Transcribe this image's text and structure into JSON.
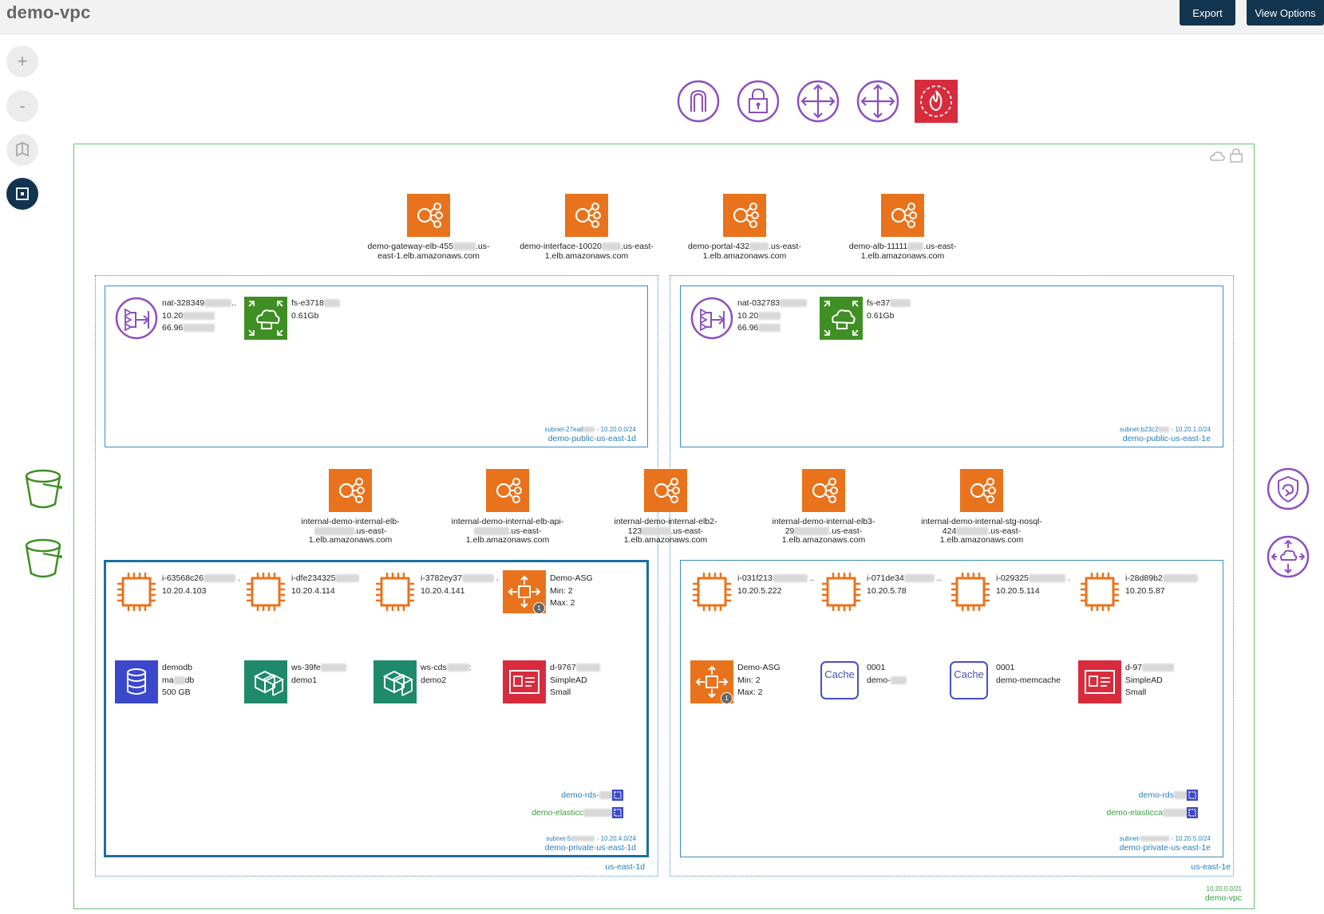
{
  "app": {
    "title": "demo-vpc"
  },
  "toolbar": {
    "export_label": "Export",
    "view_options_label": "View Options"
  },
  "zoom": {
    "in_label": "+",
    "out_label": "-"
  },
  "colors": {
    "elb": "#e8731c",
    "nat": "#8c4fbf",
    "efs": "#3f8f24",
    "ec2": "#e8731c",
    "rds": "#3b48cc",
    "workspaces": "#1e8a6b",
    "directory": "#d82c3c",
    "vpc_border": "#6abf6e",
    "subnet_border": "#3b8ec0",
    "toolbar": "#13344f"
  },
  "gateways": [
    "internet-gateway-icon",
    "vpn-gateway-icon",
    "transit-gateway-icon",
    "peering-connection-icon",
    "network-firewall-icon"
  ],
  "s3_buckets": [
    "s3-bucket-icon",
    "s3-bucket-icon"
  ],
  "right_side": [
    "shield-endpoint-icon",
    "vpc-endpoint-icon"
  ],
  "vpc": {
    "cidr": "10.20.0.0/21",
    "name": "demo-vpc"
  },
  "public_elbs": [
    {
      "l1": "demo-gateway-elb-455",
      "l1b": ".us-",
      "l2": "east-1.elb.amazonaws.com"
    },
    {
      "l1": "demo-interface-10020",
      "l1b": ".us-east-",
      "l2": "1.elb.amazonaws.com"
    },
    {
      "l1": "demo-portal-432",
      "l1b": ".us-east-",
      "l2": "1.elb.amazonaws.com"
    },
    {
      "l1": "demo-alb-11111",
      "l1b": ".us-east-",
      "l2": "1.elb.amazonaws.com"
    }
  ],
  "internal_elbs": [
    {
      "l1": "internal-demo-internal-elb-",
      "l2": ".us-east-",
      "l3": "1.elb.amazonaws.com"
    },
    {
      "l1": "internal-demo-internal-elb-api-",
      "l2": ".us-east-",
      "l3": "1.elb.amazonaws.com"
    },
    {
      "l1": "internal-demo-internal-elb2-",
      "l2a": "123",
      "l2": ".us-east-",
      "l3": "1.elb.amazonaws.com"
    },
    {
      "l1": "internal-demo-internal-elb3-",
      "l2a": "29",
      "l2": ".us-east-",
      "l3": "1.elb.amazonaws.com"
    },
    {
      "l1": "internal-demo-internal-stg-nosql-",
      "l2a": "424",
      "l2": ".us-east-",
      "l3": "1.elb.amazonaws.com"
    }
  ],
  "az_1d": {
    "name": "us-east-1d",
    "public_subnet": {
      "id": "subnet-27ea8",
      "cidr": "- 10.20.0.0/24",
      "name": "demo-public-us-east-1d",
      "nat": {
        "name": "nat-328349",
        "ip1": "10.20",
        "ip2": "66.96"
      },
      "efs": {
        "name": "fs-e3718",
        "size": "0.61Gb"
      }
    },
    "private_subnet": {
      "id": "subnet-5",
      "cidr": "- 10.20.4.0/24",
      "name": "demo-private-us-east-1d",
      "instances": [
        {
          "name": "i-63568c26",
          "ip": "10.20.4.103"
        },
        {
          "name": "i-dfe234325",
          "ip": "10.20.4.114"
        },
        {
          "name": "i-3782ey37",
          "ip": "10.20.4.141"
        }
      ],
      "asg": {
        "name": "Demo-ASG",
        "min": "Min: 2",
        "max": "Max: 2",
        "badge": "1"
      },
      "rds": {
        "name": "demodb",
        "engine_a": "ma",
        "engine_b": "db",
        "size": "500 GB"
      },
      "ws1": {
        "name": "ws-39fe",
        "bundle": "demo1"
      },
      "ws2": {
        "name": "ws-cds",
        "suffix": ":",
        "bundle": "demo2"
      },
      "dir": {
        "name": "d-9767",
        "type": "SimpleAD",
        "size": "Small"
      },
      "rds_group": "demo-rds-",
      "cache_group": "demo-elasticc"
    }
  },
  "az_1e": {
    "name": "us-east-1e",
    "public_subnet": {
      "id": "subnet-b23c2",
      "cidr": "- 10.20.1.0/24",
      "name": "demo-public-us-east-1e",
      "nat": {
        "name": "nat-032783",
        "ip1": "10.20",
        "ip2": "66.96"
      },
      "efs": {
        "name": "fs-e37",
        "size": "0.61Gb"
      }
    },
    "private_subnet": {
      "id": "subnet-",
      "cidr": "- 10.20.5.0/24",
      "name": "demo-private-us-east-1e",
      "instances": [
        {
          "name": "i-031f213",
          "ip": "10.20.5.222"
        },
        {
          "name": "i-071de34",
          "ip": "10.20.5.78"
        },
        {
          "name": "i-029325",
          "ip": "10.20.5.114"
        },
        {
          "name": "i-28d89b2",
          "ip": "10.20.5.87"
        }
      ],
      "asg": {
        "name": "Demo-ASG",
        "min": "Min: 2",
        "max": "Max: 2",
        "badge": "1"
      },
      "cache1": {
        "label": "Cache",
        "id": "0001",
        "name": "demo-"
      },
      "cache2": {
        "label": "Cache",
        "id": "0001",
        "name": "demo-memcache"
      },
      "dir": {
        "name": "d-97",
        "type": "SimpleAD",
        "size": "Small"
      },
      "rds_group": "demo-rds",
      "cache_group": "demo-elasticca"
    }
  }
}
